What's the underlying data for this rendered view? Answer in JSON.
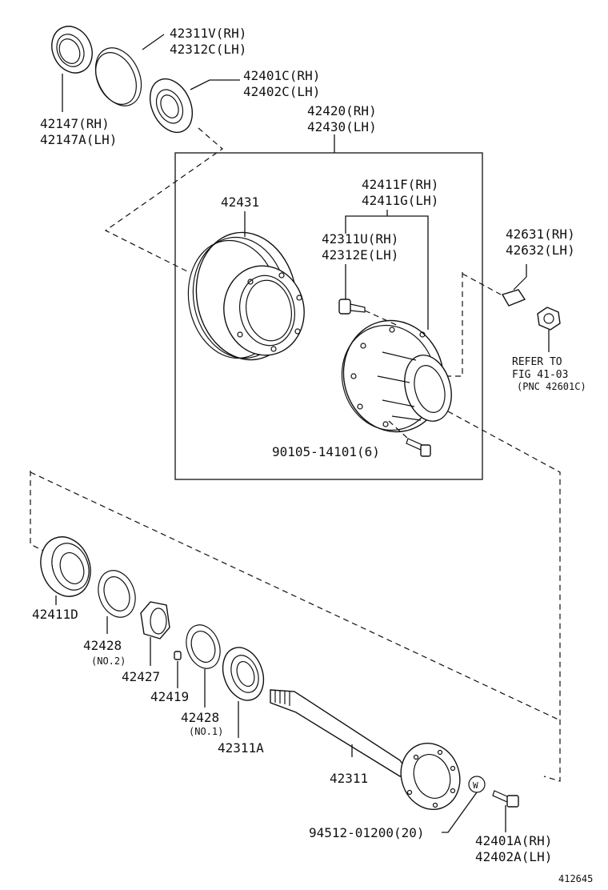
{
  "labels": {
    "p42311V": "42311V(RH)",
    "p42312C": "42312C(LH)",
    "p42401C": "42401C(RH)",
    "p42402C": "42402C(LH)",
    "p42147": "42147(RH)",
    "p42147A": "42147A(LH)",
    "p42420": "42420(RH)",
    "p42430": "42430(LH)",
    "p42411F": "42411F(RH)",
    "p42411G": "42411G(LH)",
    "p42431": "42431",
    "p42311U": "42311U(RH)",
    "p42312E": "42312E(LH)",
    "p42631": "42631(RH)",
    "p42632": "42632(LH)",
    "refer1": "REFER TO",
    "refer2": "FIG 41-03",
    "refer3": "(PNC 42601C)",
    "p90105": "90105-14101(6)",
    "p42411D": "42411D",
    "p42428a": "42428",
    "p42428a_sub": "(NO.2)",
    "p42427": "42427",
    "p42419": "42419",
    "p42428b": "42428",
    "p42428b_sub": "(NO.1)",
    "p42311A": "42311A",
    "p42311": "42311",
    "p94512": "94512-01200(20)",
    "p42401A": "42401A(RH)",
    "p42402A": "42402A(LH)",
    "figno": "412645",
    "washer_mark": "W"
  },
  "icons": {
    "oil_seal": "oil-seal-icon",
    "bearing": "bearing-icon",
    "brake_drum": "brake-drum-icon",
    "hub": "axle-hub-icon",
    "axle_shaft": "axle-shaft-icon",
    "nut": "lock-nut-icon",
    "bolt": "hub-bolt-icon"
  }
}
